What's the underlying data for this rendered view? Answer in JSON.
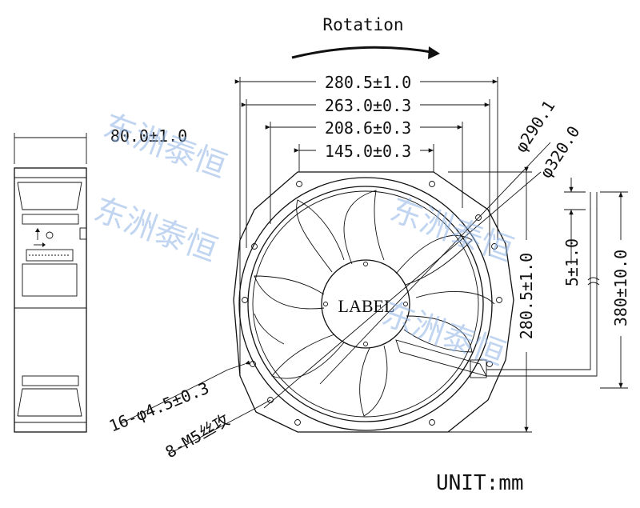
{
  "rotation": {
    "label": "Rotation"
  },
  "dimensions": {
    "overall_width": "280.5±1.0",
    "mounting_width": "263.0±0.3",
    "inner_width": "208.6±0.3",
    "top_flat_width": "145.0±0.3",
    "diameter_outer": "φ320.0",
    "diameter_inner": "φ290.1",
    "height": "280.5±1.0",
    "lead_strip": "5±1.0",
    "lead_length": "380±10.0",
    "side_depth": "80.0±1.0"
  },
  "callouts": {
    "holes": "16-φ4.5±0.3",
    "thread": "8-M5丝攻"
  },
  "hub_label": "LABEL",
  "unit": "UNIT:mm",
  "watermark": "东洲泰恒"
}
